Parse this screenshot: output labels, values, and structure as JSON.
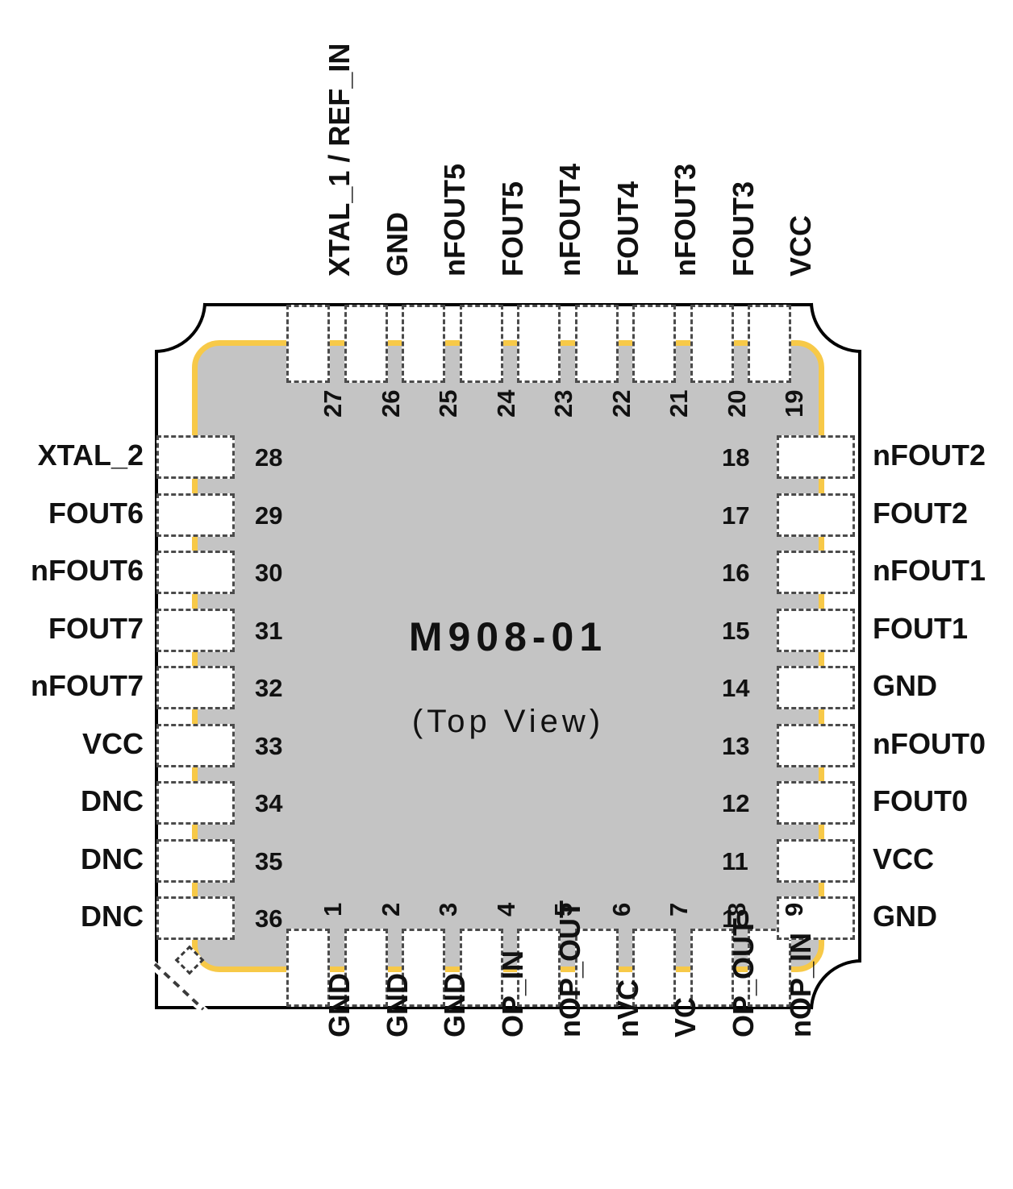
{
  "package": {
    "part_number": "M908-01",
    "view_label": "(Top View)",
    "body_color": "#c4c4c4",
    "body_border_color": "#f7c948",
    "outline_color": "#000000",
    "pad_border_color": "#4b4b4b",
    "pin_count": 36
  },
  "pins": {
    "top": [
      {
        "number": "27",
        "name": "XTAL_1 / REF_IN"
      },
      {
        "number": "26",
        "name": "GND"
      },
      {
        "number": "25",
        "name": "nFOUT5"
      },
      {
        "number": "24",
        "name": "FOUT5"
      },
      {
        "number": "23",
        "name": "nFOUT4"
      },
      {
        "number": "22",
        "name": "FOUT4"
      },
      {
        "number": "21",
        "name": "nFOUT3"
      },
      {
        "number": "20",
        "name": "FOUT3"
      },
      {
        "number": "19",
        "name": "VCC"
      }
    ],
    "left": [
      {
        "number": "28",
        "name": "XTAL_2"
      },
      {
        "number": "29",
        "name": "FOUT6"
      },
      {
        "number": "30",
        "name": "nFOUT6"
      },
      {
        "number": "31",
        "name": "FOUT7"
      },
      {
        "number": "32",
        "name": "nFOUT7"
      },
      {
        "number": "33",
        "name": "VCC"
      },
      {
        "number": "34",
        "name": "DNC"
      },
      {
        "number": "35",
        "name": "DNC"
      },
      {
        "number": "36",
        "name": "DNC"
      }
    ],
    "right": [
      {
        "number": "18",
        "name": "nFOUT2"
      },
      {
        "number": "17",
        "name": "FOUT2"
      },
      {
        "number": "16",
        "name": "nFOUT1"
      },
      {
        "number": "15",
        "name": "FOUT1"
      },
      {
        "number": "14",
        "name": "GND"
      },
      {
        "number": "13",
        "name": "nFOUT0"
      },
      {
        "number": "12",
        "name": "FOUT0"
      },
      {
        "number": "11",
        "name": "VCC"
      },
      {
        "number": "10",
        "name": "GND"
      }
    ],
    "bottom": [
      {
        "number": "1",
        "name": "GND"
      },
      {
        "number": "2",
        "name": "GND"
      },
      {
        "number": "3",
        "name": "GND"
      },
      {
        "number": "4",
        "name": "OP_IN"
      },
      {
        "number": "5",
        "name": "nOP_OUT"
      },
      {
        "number": "6",
        "name": "nVC"
      },
      {
        "number": "7",
        "name": "VC"
      },
      {
        "number": "8",
        "name": "OP_OUT"
      },
      {
        "number": "9",
        "name": "nOP_IN"
      }
    ]
  },
  "markers": {
    "pin1_indicator": "diamond"
  }
}
